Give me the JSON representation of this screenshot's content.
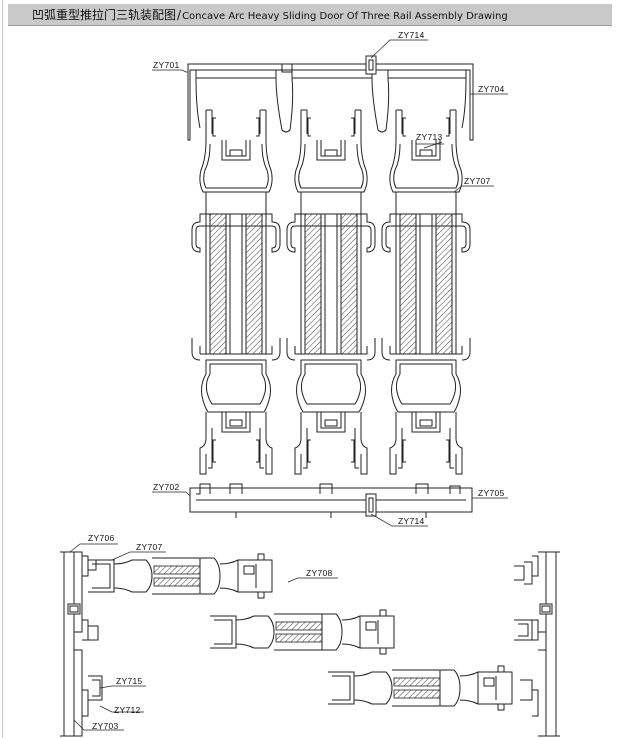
{
  "header": {
    "title_cn": "凹弧重型推拉门三轨装配图",
    "separator": "/",
    "title_en": "Concave Arc Heavy Sliding Door Of Three Rail Assembly Drawing"
  },
  "labels": {
    "zy701": "ZY701",
    "zy702": "ZY702",
    "zy703": "ZY703",
    "zy704": "ZY704",
    "zy705": "ZY705",
    "zy706": "ZY706",
    "zy707_top": "ZY707",
    "zy707_bottom": "ZY707",
    "zy708": "ZY708",
    "zy712": "ZY712",
    "zy713": "ZY713",
    "zy714_top": "ZY714",
    "zy714_bottom": "ZY714",
    "zy715": "ZY715"
  }
}
